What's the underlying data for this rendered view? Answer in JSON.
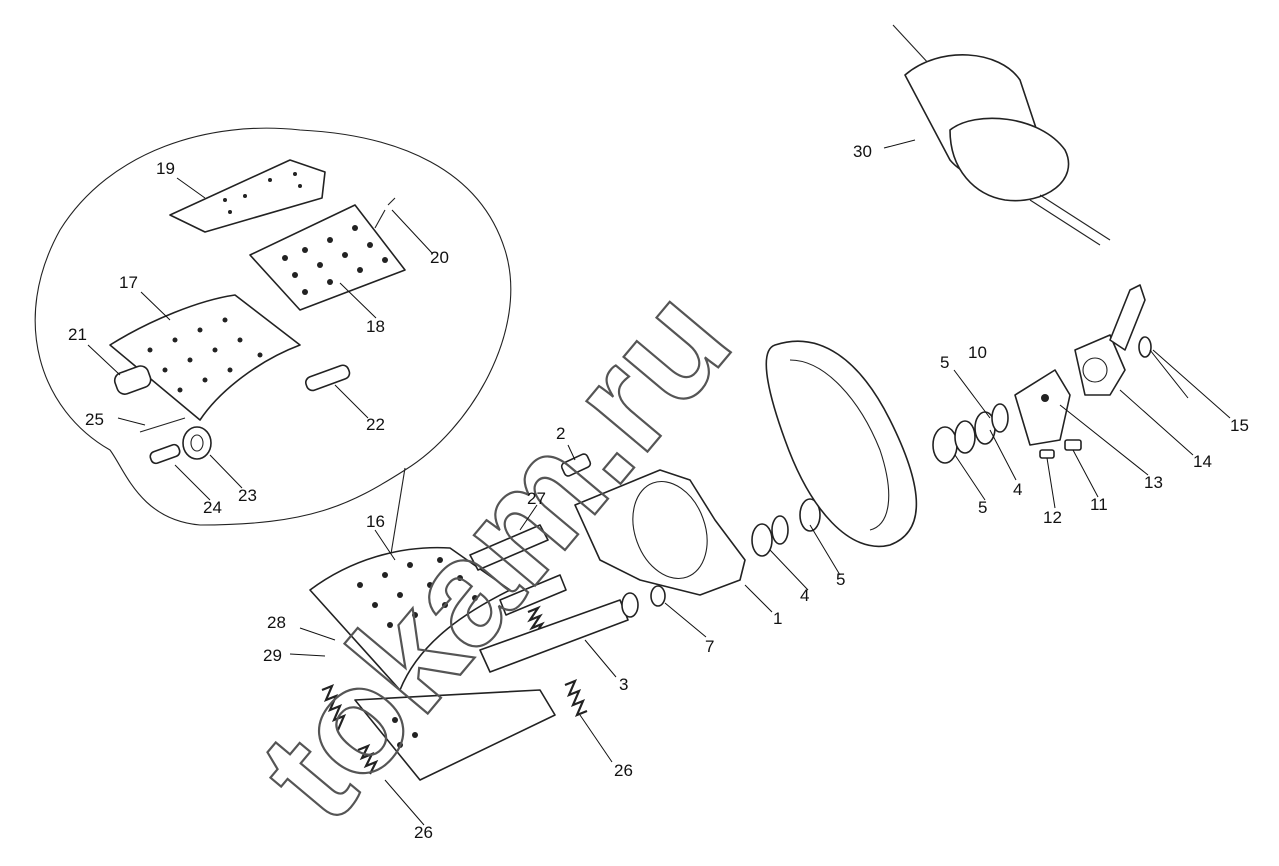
{
  "diagram": {
    "labels": {
      "l1": "1",
      "l2": "2",
      "l3": "3",
      "l4a": "4",
      "l4b": "4",
      "l5a": "5",
      "l5b": "5",
      "l5c": "5",
      "l7": "7",
      "l10": "10",
      "l11": "11",
      "l12": "12",
      "l13": "13",
      "l14": "14",
      "l15": "15",
      "l16": "16",
      "l17": "17",
      "l18": "18",
      "l19": "19",
      "l20": "20",
      "l21": "21",
      "l22": "22",
      "l23": "23",
      "l24": "24",
      "l25": "25",
      "l26a": "26",
      "l26b": "26",
      "l27": "27",
      "l28": "28",
      "l29": "29",
      "l30": "30"
    },
    "watermark": "tokam.ru"
  }
}
